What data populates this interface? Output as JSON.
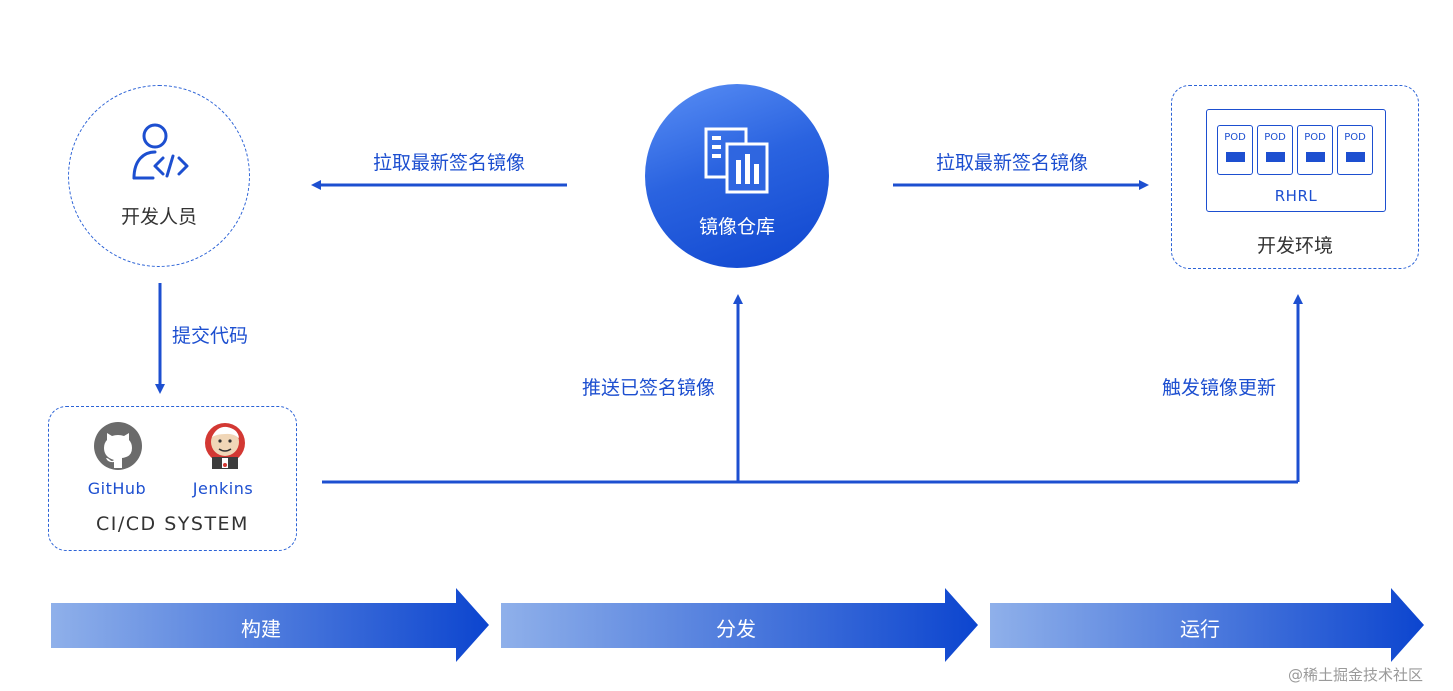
{
  "nodes": {
    "developer": {
      "label": "开发人员"
    },
    "registry": {
      "label": "镜像仓库"
    },
    "dev_env": {
      "label": "开发环境",
      "cluster_label": "RHRL",
      "pods": [
        "POD",
        "POD",
        "POD",
        "POD"
      ]
    },
    "cicd": {
      "label": "CI/CD SYSTEM",
      "tools": [
        "GitHub",
        "Jenkins"
      ]
    }
  },
  "edges": {
    "pull_left": "拉取最新签名镜像",
    "pull_right": "拉取最新签名镜像",
    "commit": "提交代码",
    "push": "推送已签名镜像",
    "trigger": "触发镜像更新"
  },
  "stages": [
    "构建",
    "分发",
    "运行"
  ],
  "watermark": "@稀土掘金技术社区",
  "colors": {
    "primary": "#1d4fd0",
    "dashed_border": "#2b62d6",
    "hub_light": "#5a8ff5",
    "hub_dark": "#0f46cf",
    "stage_light": "#8fb0ea",
    "stage_dark": "#0c45cf"
  }
}
